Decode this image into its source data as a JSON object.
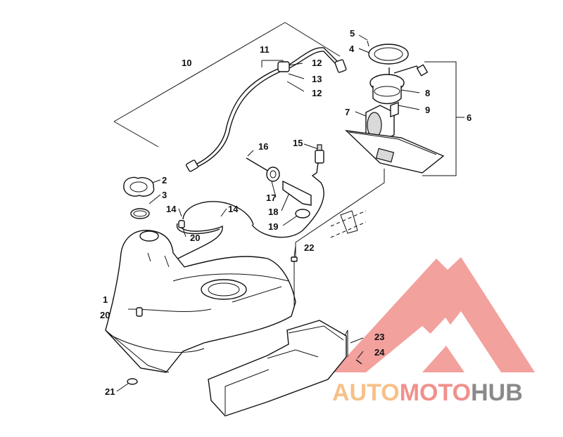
{
  "callouts": [
    "1",
    "2",
    "3",
    "4",
    "5",
    "6",
    "7",
    "8",
    "9",
    "10",
    "11",
    "12",
    "13",
    "12",
    "14",
    "14",
    "15",
    "16",
    "17",
    "18",
    "19",
    "20",
    "20",
    "21",
    "22",
    "23",
    "24"
  ],
  "watermark": {
    "part1": "AUTO",
    "part2": "MOTO",
    "part3": "HUB",
    "color_part1": "#f7c089",
    "color_part2": "#f0918c",
    "color_part3": "#8a8a8a",
    "emblem_color": "#f0918c"
  }
}
